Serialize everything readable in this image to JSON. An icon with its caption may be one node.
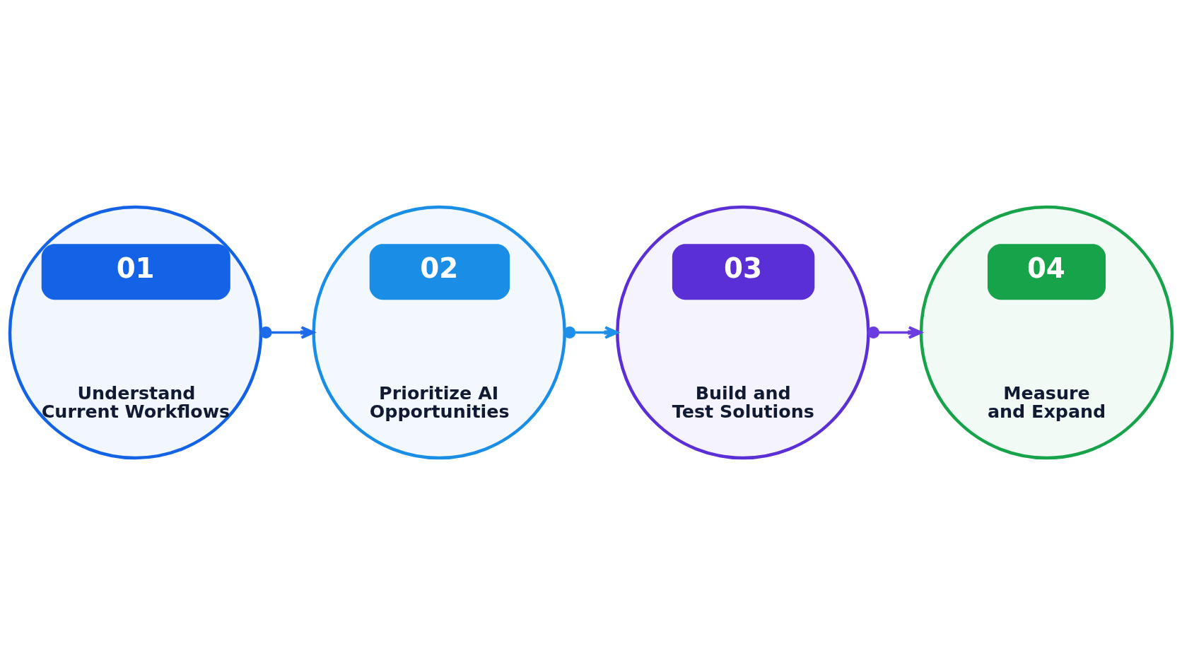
{
  "diagram": {
    "nodes": [
      {
        "text": [
          "01",
          "Understand Current Workflows"
        ]
      },
      {
        "text": [
          "02",
          "Prioritize AI Opportunities"
        ]
      },
      {
        "text": [
          "03",
          "Build and Test Solutions"
        ]
      },
      {
        "text": [
          "04",
          "Measure and Expand"
        ]
      }
    ],
    "edges": [
      {
        "from": 0,
        "to": 1,
        "arrow": "to",
        "color": "#1d6bea"
      },
      {
        "from": 1,
        "to": 2,
        "arrow": "to",
        "color": "#1e90ea"
      },
      {
        "from": 2,
        "to": 3,
        "arrow": "to",
        "color": "#6a3ce0"
      }
    ]
  }
}
